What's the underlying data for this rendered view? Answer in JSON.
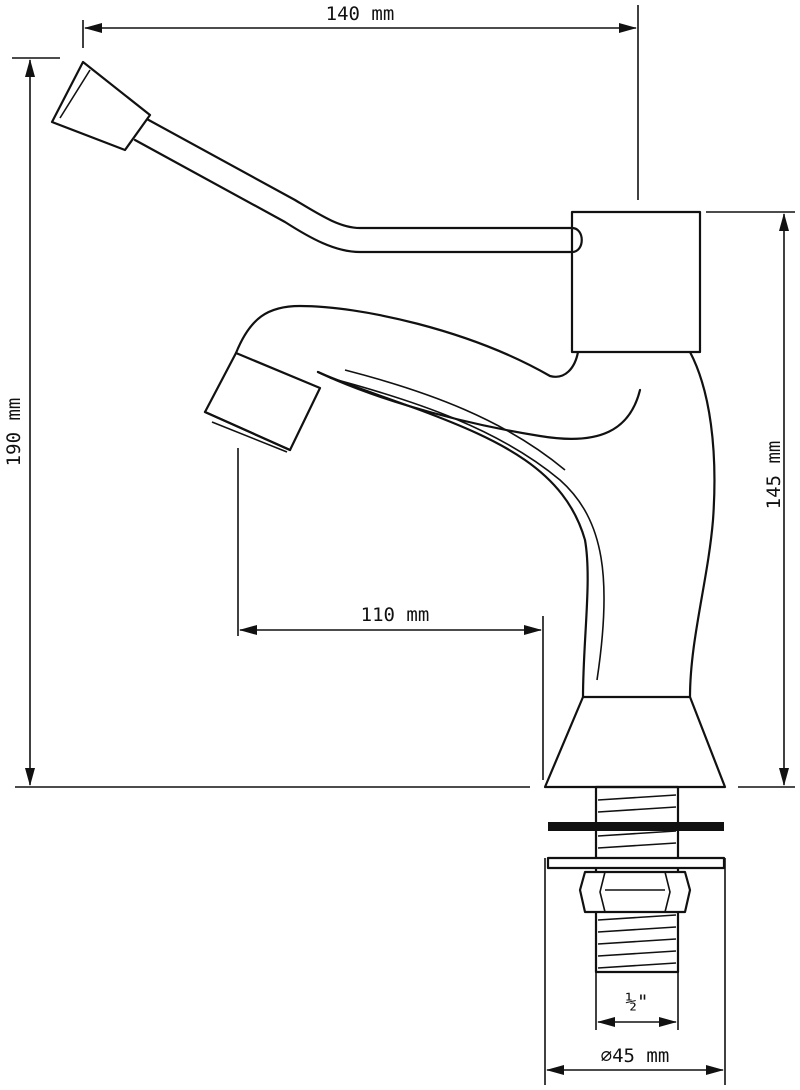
{
  "dimensions": {
    "width_top": "140 mm",
    "height_total": "190 mm",
    "height_body": "145 mm",
    "spout_reach": "110 mm",
    "thread": "½\"",
    "base_diameter": "⌀45 mm"
  },
  "colors": {
    "line": "#111111",
    "background": "#ffffff"
  }
}
